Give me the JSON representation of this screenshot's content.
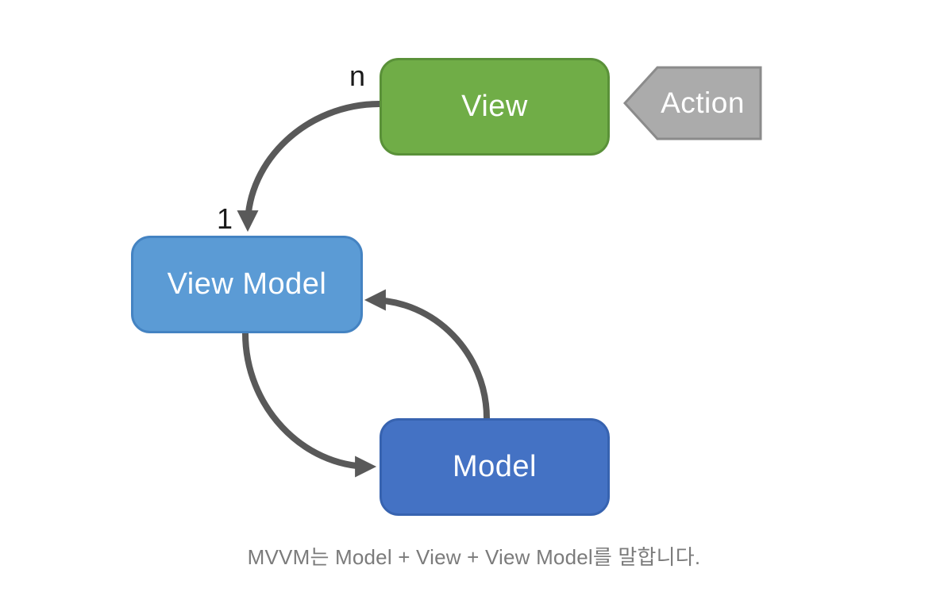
{
  "diagram": {
    "caption": "MVVM는 Model + View + View Model를 말합니다.",
    "nodes": {
      "view": {
        "label": "View",
        "fill": "#70AD47",
        "border": "#5A9139",
        "text_color": "#FFFFFF"
      },
      "view_model": {
        "label": "View Model",
        "fill": "#5B9BD5",
        "border": "#4483C2",
        "text_color": "#FFFFFF"
      },
      "model": {
        "label": "Model",
        "fill": "#4472C4",
        "border": "#3763B0",
        "text_color": "#FFFFFF"
      },
      "action": {
        "label": "Action",
        "fill": "#ABABAB",
        "border": "#8B8B8B",
        "text_color": "#FFFFFF",
        "shape": "left-pointing-pentagon"
      }
    },
    "edges": [
      {
        "from": "View",
        "to": "View Model",
        "source_label": "n",
        "target_label": "1",
        "style": "curved-arrow"
      },
      {
        "from": "View Model",
        "to": "Model",
        "style": "curved-arrow"
      },
      {
        "from": "Model",
        "to": "View Model",
        "style": "curved-arrow"
      },
      {
        "from": "Action",
        "to": "View",
        "style": "pentagon-pointer"
      }
    ],
    "colors": {
      "arrow": "#595959",
      "multiplicity_text": "#1A1A1A",
      "caption_text": "#7B7B7B",
      "background": "#FFFFFF"
    }
  }
}
